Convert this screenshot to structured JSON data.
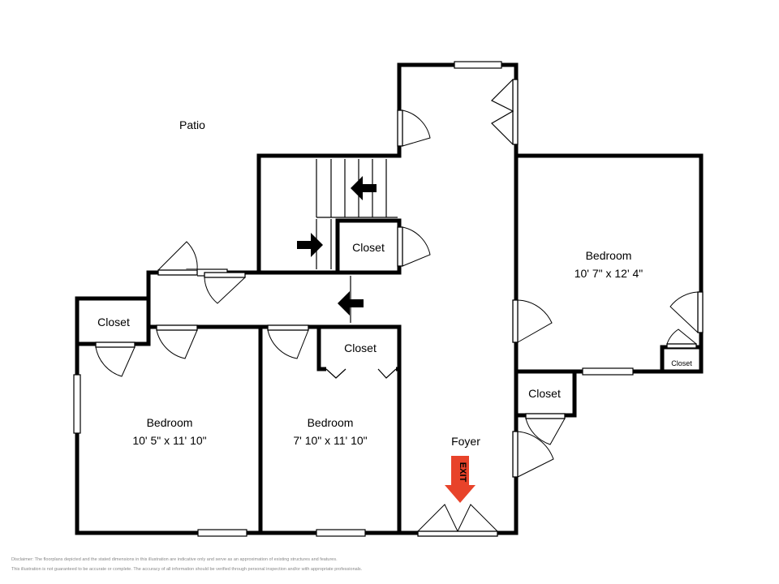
{
  "labels": {
    "patio": "Patio",
    "closet_stair": "Closet",
    "closet_left": "Closet",
    "closet_mid": "Closet",
    "closet_right": "Closet",
    "closet_small": "Closet",
    "bedroom_right_name": "Bedroom",
    "bedroom_right_dims": "10' 7\" x 12' 4\"",
    "bedroom_left_name": "Bedroom",
    "bedroom_left_dims": "10' 5\" x 11' 10\"",
    "bedroom_mid_name": "Bedroom",
    "bedroom_mid_dims": "7' 10\" x 11' 10\"",
    "foyer": "Foyer",
    "exit": "EXIT"
  },
  "disclaimer": {
    "line1": "Disclaimer: The floorplans depicted and the stated dimensions in this illustration are indicative only and serve as an approximation of existing structures and features.",
    "line2": "This illustration is not guaranteed to be accurate or complete. The accuracy of all information should be verified through personal inspection and/or with appropriate professionals."
  },
  "colors": {
    "wall": "#000000",
    "exit_arrow": "#e8432a",
    "disclaimer_text": "#888888"
  }
}
